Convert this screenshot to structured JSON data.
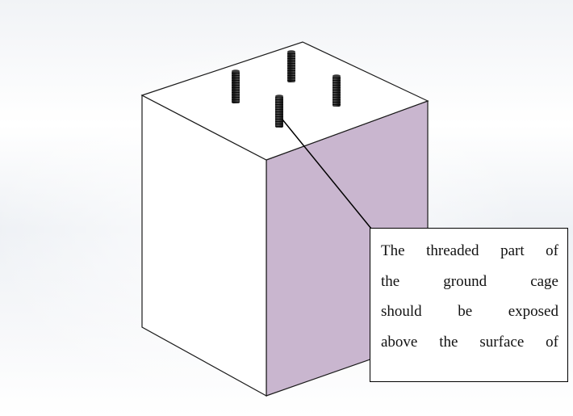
{
  "callout": {
    "lines": [
      "The threaded part of",
      "the ground cage",
      "should be exposed",
      "above the surface of"
    ]
  },
  "colors": {
    "top_face": "#ffffff",
    "front_face": "#ffffff",
    "right_face": "#c9b6cf",
    "edge": "#1a1a1a",
    "bolt": "#2a2a2a"
  },
  "model": {
    "type": "concrete block with four threaded anchor bolts",
    "bolt_count": 4
  }
}
